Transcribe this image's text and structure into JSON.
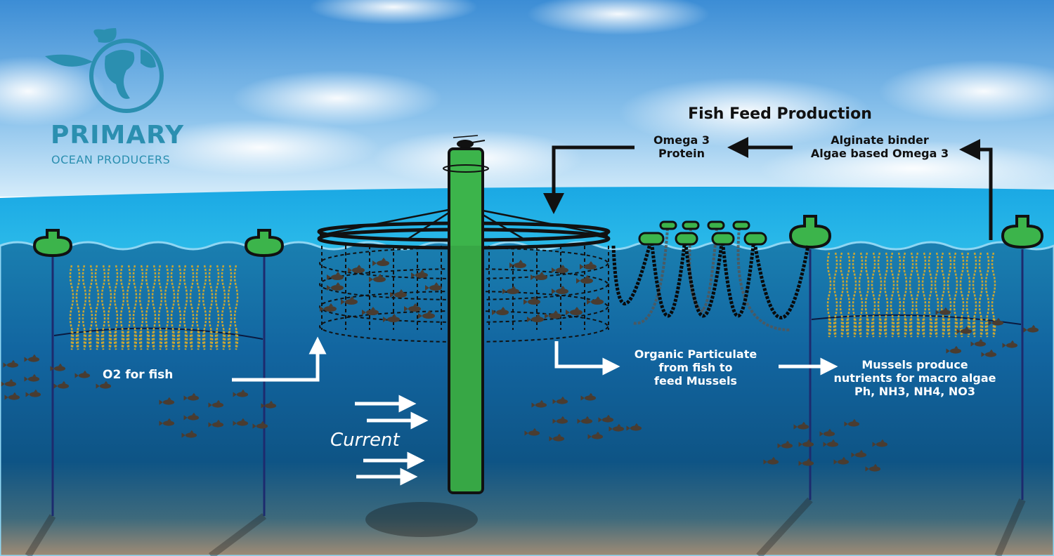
{
  "logo": {
    "name_line1": "PRIMARY",
    "name_line2": "OCEAN PRODUCERS",
    "icon": "globe-with-leaves-icon",
    "color": "#2b8fb0"
  },
  "colors": {
    "sky_top": "#3f8fd6",
    "sea_surface": "#19a6e0",
    "deep_water": "#0f5a8e",
    "seabed": "#8a7a68",
    "structure_green": "#3cb44b",
    "seaweed": "#c9a634",
    "arrow_dark": "#111111",
    "arrow_light": "#ffffff"
  },
  "labels": {
    "fish_feed_title": "Fish Feed Production",
    "omega_protein": [
      "Omega 3",
      "Protein"
    ],
    "alginate": [
      "Alginate binder",
      "Algae based Omega 3"
    ],
    "o2": "O2 for fish",
    "current": "Current",
    "organic": [
      "Organic Particulate",
      "from fish to",
      "feed Mussels"
    ],
    "mussels": [
      "Mussels produce",
      "nutrients for macro algae",
      "Ph, NH3, NH4, NO3"
    ]
  },
  "elements": {
    "central_pillar": "green-column",
    "helicopter": "helicopter-icon",
    "fish_cage": "circular-fish-cage",
    "seaweed_farms": 2,
    "mussel_lines": 5,
    "buoys": 4
  }
}
